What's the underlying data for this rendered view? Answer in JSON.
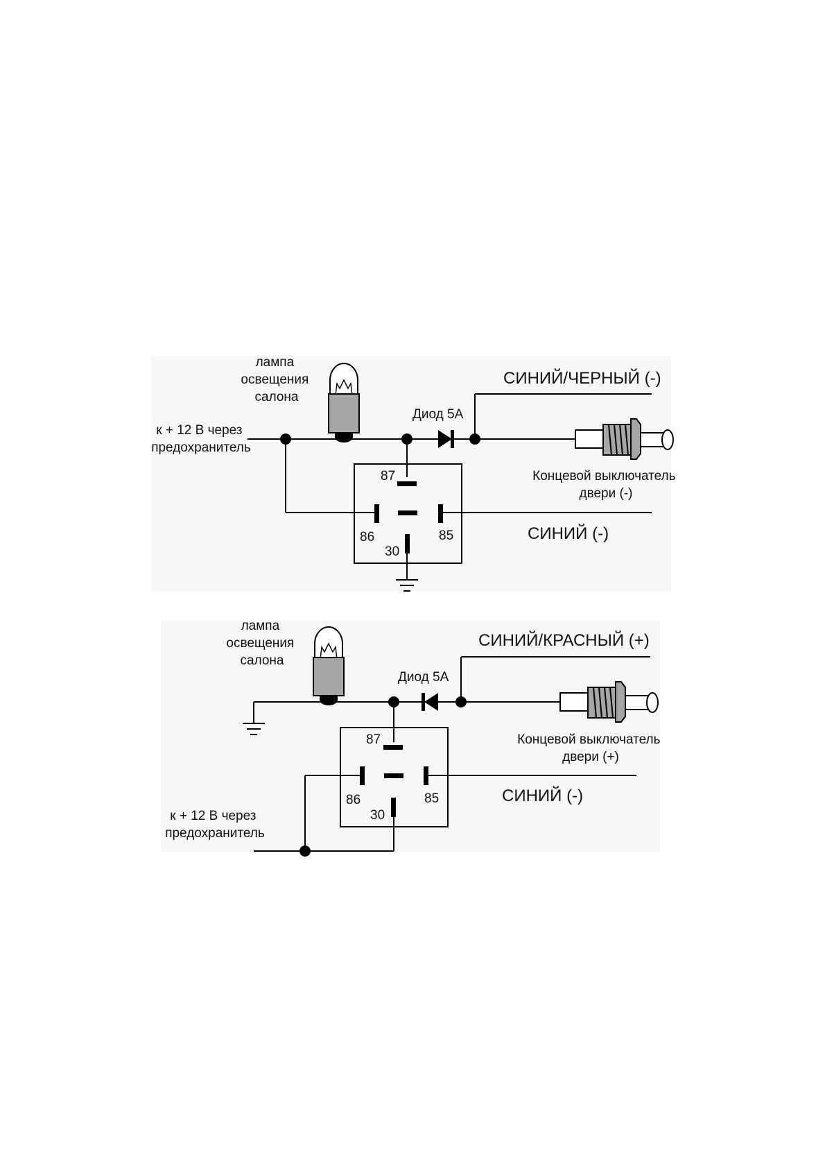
{
  "diagrams": [
    {
      "lamp_label": [
        "лампа",
        "освещения",
        "салона"
      ],
      "power_label": [
        "к + 12 В через",
        "предохранитель"
      ],
      "diode_label": "Диод 5А",
      "wire_top_label": "СИНИЙ/ЧЕРНЫЙ (-)",
      "switch_label": [
        "Концевой выключатель",
        "двери (-)"
      ],
      "wire_bottom_label": "СИНИЙ (-)",
      "pins": {
        "p87": "87",
        "p86": "86",
        "p85": "85",
        "p30": "30"
      }
    },
    {
      "lamp_label": [
        "лампа",
        "освещения",
        "салона"
      ],
      "power_label": [
        "к + 12 В через",
        "предохранитель"
      ],
      "diode_label": "Диод 5А",
      "wire_top_label": "СИНИЙ/КРАСНЫЙ (+)",
      "switch_label": [
        "Концевой выключатель",
        "двери (+)"
      ],
      "wire_bottom_label": "СИНИЙ (-)",
      "pins": {
        "p87": "87",
        "p86": "86",
        "p85": "85",
        "p30": "30"
      }
    }
  ]
}
